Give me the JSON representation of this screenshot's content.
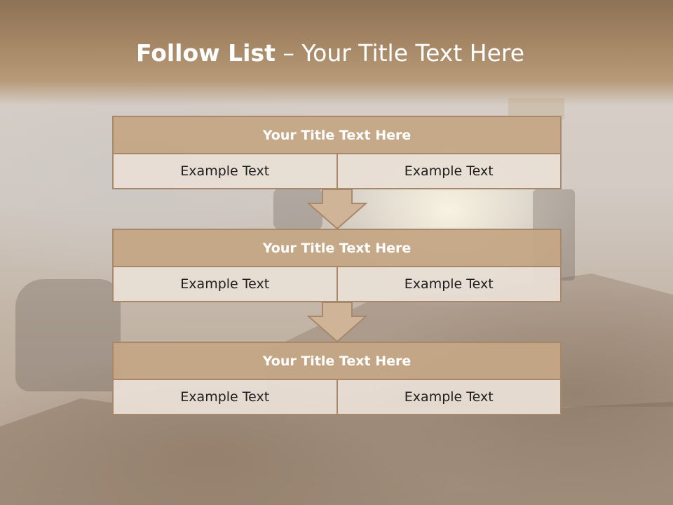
{
  "slide": {
    "title_bold": "Follow List",
    "title_rest": " – Your Title Text Here"
  },
  "blocks": [
    {
      "title": "Your Title Text Here",
      "left": "Example Text",
      "right": "Example Text"
    },
    {
      "title": "Your Title Text Here",
      "left": "Example Text",
      "right": "Example Text"
    },
    {
      "title": "Your Title Text Here",
      "left": "Example Text",
      "right": "Example Text"
    }
  ],
  "colors": {
    "header_band": "#a48665",
    "block_head": "#c4a685",
    "block_border": "#a7886d",
    "block_row": "#e8ded5",
    "arrow_fill": "#cfb497"
  },
  "icons": [
    "down-arrow-icon",
    "down-arrow-icon"
  ]
}
